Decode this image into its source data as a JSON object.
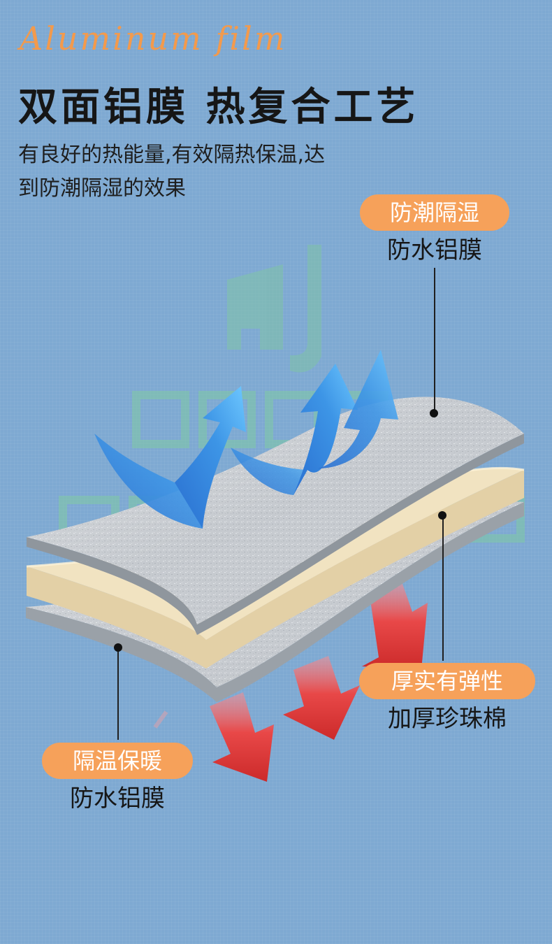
{
  "header": {
    "script_title": "Aluminum film",
    "headline": "双面铝膜  热复合工艺",
    "description_line1": "有良好的热能量,有效隔热保温,达",
    "description_line2": "到防潮隔湿的效果"
  },
  "callouts": {
    "top": {
      "tag": "防潮隔湿",
      "caption": "防水铝膜"
    },
    "middle": {
      "tag": "厚实有弹性",
      "caption": "加厚珍珠棉"
    },
    "bottom": {
      "tag": "隔温保暖",
      "caption": "防水铝膜"
    }
  },
  "colors": {
    "background": "#7ea9d2",
    "accent_orange": "#f6a15a",
    "foil": "#c9cdd2",
    "foam": "#f1e3c1",
    "arrow_blue": "#2f7fd8",
    "arrow_red": "#e23c3c"
  },
  "icons": {
    "moisture": "blue-wave-arrow-icon",
    "heat": "red-down-arrow-icon"
  }
}
